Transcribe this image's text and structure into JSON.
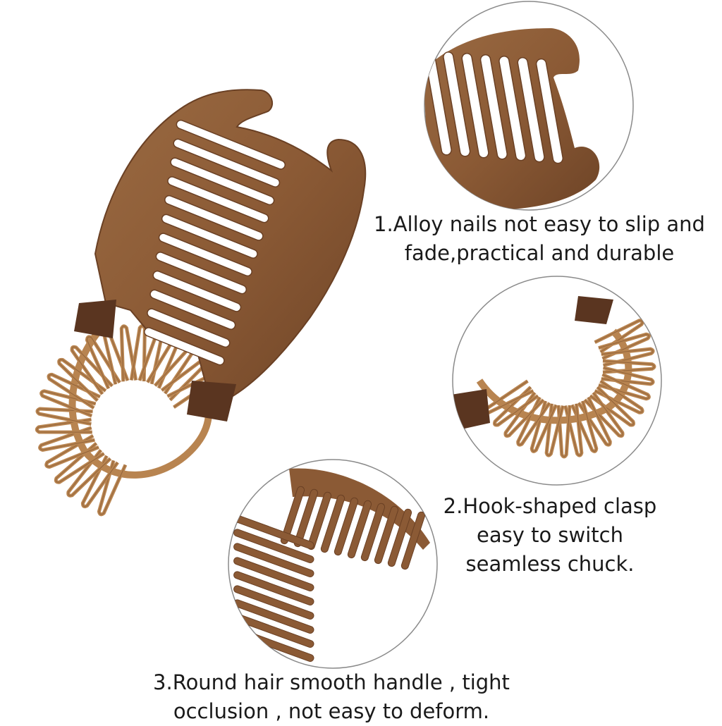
{
  "colors": {
    "clip_brown": "#8b5a35",
    "clip_dark": "#5a3520",
    "teeth_tan": "#b88450",
    "teeth_dark": "#7a4f2b",
    "circle_border": "#8a8a8a",
    "background": "#ffffff"
  },
  "images": {
    "main": "brown-banana-hair-clip-with-folding-teeth",
    "detail_1": "hook-clasp-closeup",
    "detail_2": "folding-teeth-closeup",
    "detail_3": "comb-teeth-closeup"
  },
  "captions": {
    "feature_1": {
      "line_1": "1.Alloy nails not easy to slip and",
      "line_2": "fade,practical and durable"
    },
    "feature_2": {
      "line_1": "2.Hook-shaped clasp",
      "line_2": "easy to switch",
      "line_3": "seamless chuck."
    },
    "feature_3": {
      "line_1": "3.Round hair smooth handle , tight",
      "line_2": "occlusion , not easy to deform."
    }
  }
}
